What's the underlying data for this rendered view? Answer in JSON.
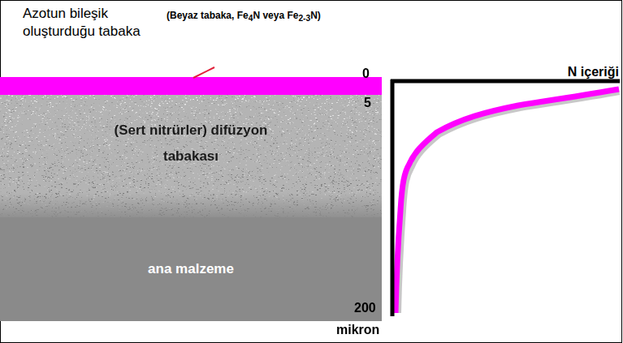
{
  "diagram": {
    "nodes": [
      {
        "text": [
          "(Sert nitrürler) difüzyon tabakası"
        ]
      },
      {
        "text": [
          "ana malzeme"
        ]
      }
    ],
    "labels": [
      "Azotun bileşik oluşturduğu tabaka",
      "(Beyaz tabaka, Fe4N veya Fe2-3N)",
      "N içeriği",
      "0",
      "5",
      "200",
      "mikron"
    ]
  }
}
